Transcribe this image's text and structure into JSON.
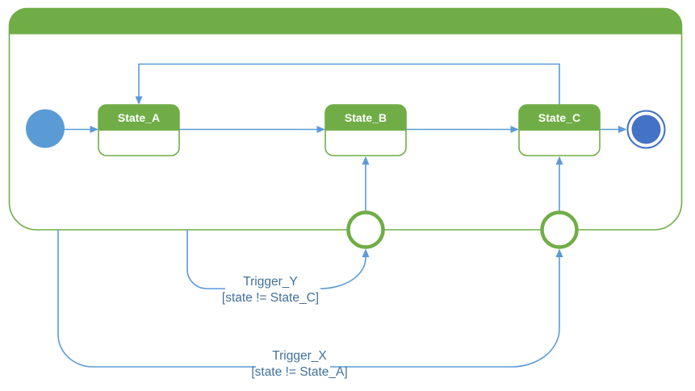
{
  "diagram": {
    "type": "uml-state-machine",
    "states": [
      {
        "label": "State_A"
      },
      {
        "label": "State_B"
      },
      {
        "label": "State_C"
      }
    ],
    "pseudostates": {
      "initial": "initial-state",
      "final": "final-state",
      "junctions": [
        "junction-1",
        "junction-2"
      ]
    },
    "transitions": [
      {
        "from": "initial",
        "to": "State_A"
      },
      {
        "from": "State_A",
        "to": "State_B"
      },
      {
        "from": "State_B",
        "to": "State_C"
      },
      {
        "from": "State_C",
        "to": "final"
      },
      {
        "from": "State_C",
        "to": "State_A"
      },
      {
        "from": "junction-1",
        "to": "State_B"
      },
      {
        "from": "junction-2",
        "to": "State_C"
      },
      {
        "from": "composite-state-edge",
        "to": "junction-1",
        "trigger": "Trigger_Y",
        "guard": "[state != State_C]"
      },
      {
        "from": "composite-state-edge",
        "to": "junction-2",
        "trigger": "Trigger_X",
        "guard": "[state != State_A]"
      }
    ],
    "colors": {
      "green": "#70AD47",
      "connector_blue": "#5B9BD5",
      "initial_state_fill": "#5B9BD5",
      "final_state_fill": "#4472C4",
      "edge_label_text": "#41719C",
      "state_label_text": "#FFFFFF",
      "background": "#FFFFFF"
    }
  }
}
